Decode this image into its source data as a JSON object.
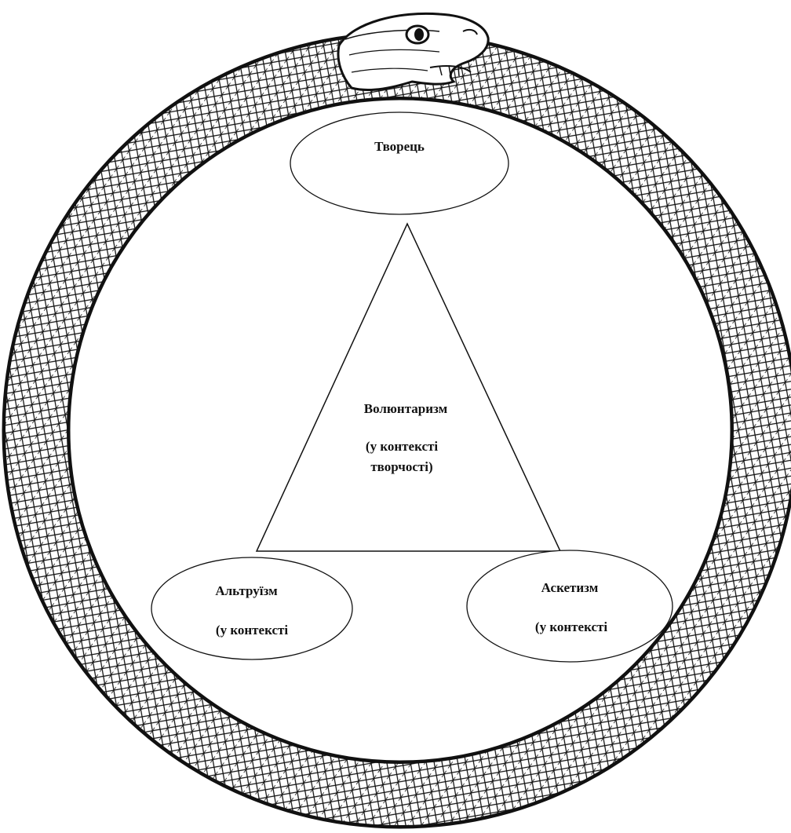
{
  "diagram": {
    "creator": {
      "label": "Творець"
    },
    "center": {
      "line1": "Волюнтаризм",
      "line2": "(у контексті",
      "line3": "творчості)"
    },
    "left": {
      "line1": "Альтруїзм",
      "line2": "(у контексті"
    },
    "right": {
      "line1": "Аскетизм",
      "line2": "(у контексті"
    }
  },
  "colors": {
    "ink": "#111111",
    "background": "#ffffff"
  },
  "icons": [
    "ouroboros-snake-icon"
  ]
}
